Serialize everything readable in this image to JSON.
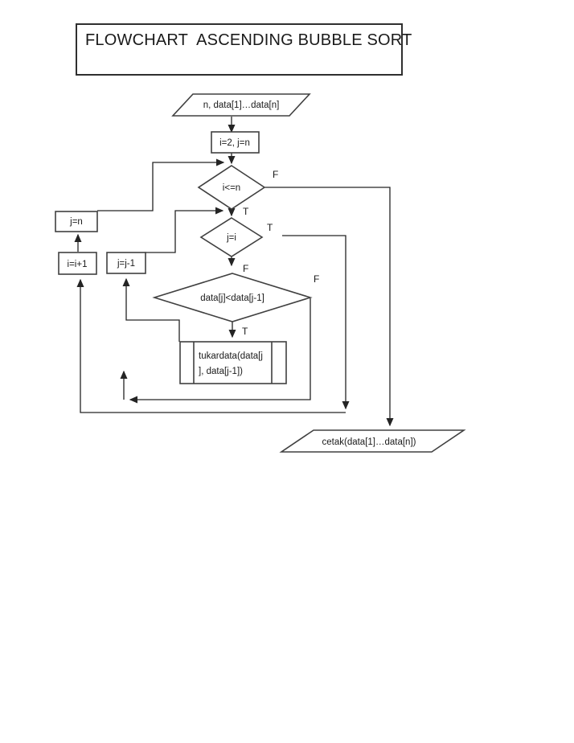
{
  "colors": {
    "background": "#ffffff",
    "ink": "#242424",
    "shape_stroke": "#404040"
  },
  "title": {
    "text": "FLOWCHART  ASCENDING BUBBLE SORT"
  },
  "nodes": {
    "input": {
      "text": "n, data[1]…data[n]"
    },
    "init": {
      "text": "i=2, j=n"
    },
    "outer_cond": {
      "text": "i<=n"
    },
    "inner_cond": {
      "text": "j=i"
    },
    "swap_cond": {
      "text": "data[j]<data[j-1]"
    },
    "swap": {
      "line1": "tukardata(data[j",
      "line2": "], data[j-1])"
    },
    "dec_j": {
      "text": "j=j-1"
    },
    "set_j": {
      "text": "j=n"
    },
    "inc_i": {
      "text": "i=i+1"
    },
    "output": {
      "text": "cetak(data[1]…data[n])"
    }
  },
  "branch_labels": {
    "outer_false": "F",
    "outer_true": "T",
    "inner_true": "T",
    "inner_false": "F",
    "swap_true": "T",
    "swap_false": "F"
  }
}
